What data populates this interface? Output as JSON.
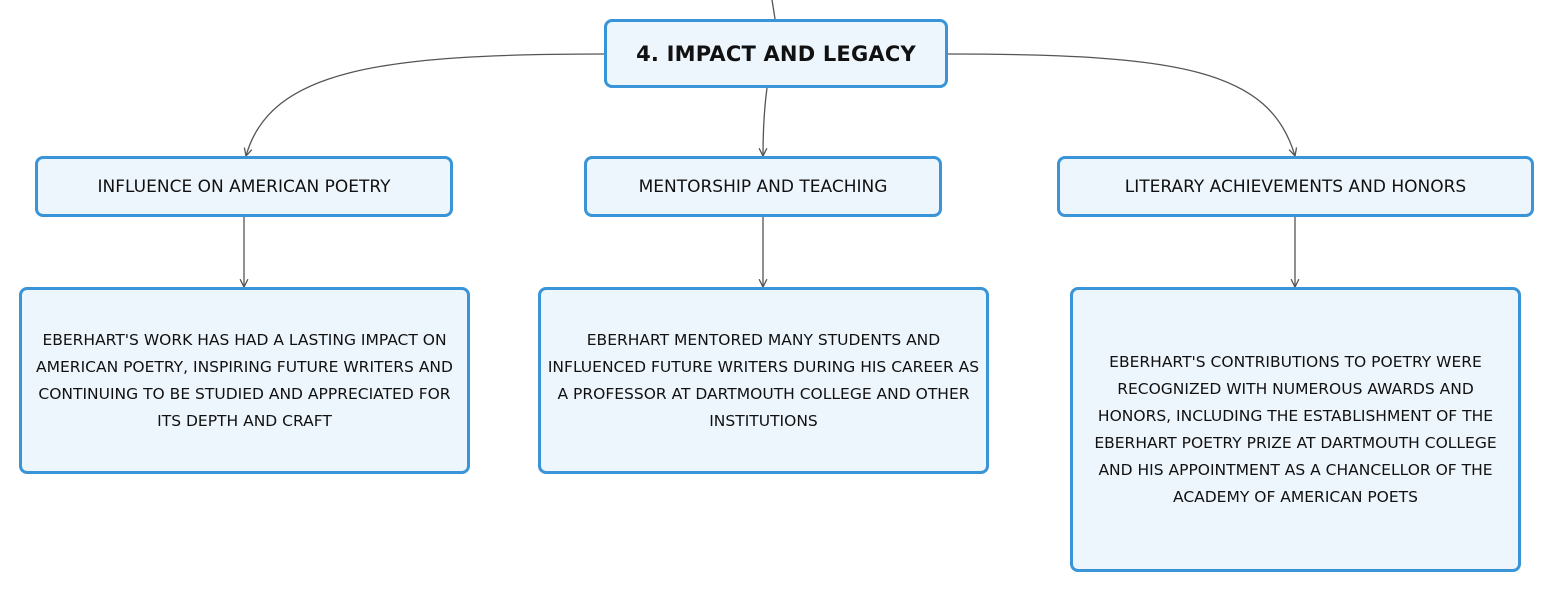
{
  "diagram": {
    "root": {
      "label": "4. IMPACT AND LEGACY"
    },
    "branches": [
      {
        "label": "INFLUENCE ON AMERICAN POETRY",
        "detail": "EBERHART'S WORK HAS HAD A LASTING IMPACT ON AMERICAN POETRY, INSPIRING FUTURE WRITERS AND CONTINUING TO BE STUDIED AND APPRECIATED FOR ITS DEPTH AND CRAFT"
      },
      {
        "label": "MENTORSHIP AND TEACHING",
        "detail": "EBERHART MENTORED MANY STUDENTS AND INFLUENCED FUTURE WRITERS DURING HIS CAREER AS A PROFESSOR AT DARTMOUTH COLLEGE AND OTHER INSTITUTIONS"
      },
      {
        "label": "LITERARY ACHIEVEMENTS AND HONORS",
        "detail": "EBERHART'S CONTRIBUTIONS TO POETRY WERE RECOGNIZED WITH NUMEROUS AWARDS AND HONORS, INCLUDING THE ESTABLISHMENT OF THE EBERHART POETRY PRIZE AT DARTMOUTH COLLEGE AND HIS APPOINTMENT AS A CHANCELLOR OF THE ACADEMY OF AMERICAN POETS"
      }
    ],
    "colors": {
      "border": "#3a95d8",
      "fill": "#eef6fd",
      "connector": "#555555"
    }
  }
}
